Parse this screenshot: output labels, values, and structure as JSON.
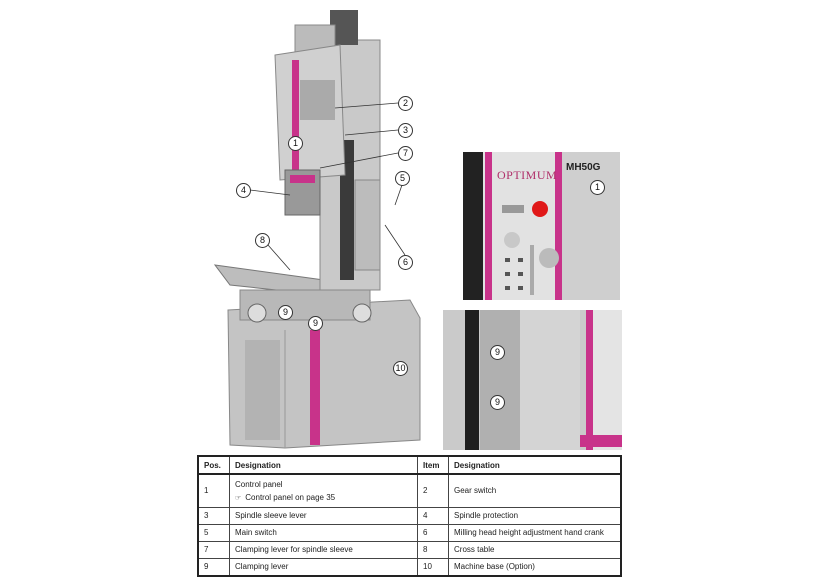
{
  "figure": {
    "callouts_main": [
      "2",
      "3",
      "1",
      "7",
      "4",
      "5",
      "6",
      "8",
      "9",
      "9",
      "10"
    ],
    "inset_top": {
      "brand": "OPTIMUM",
      "model": "MH50G",
      "callout": "1"
    },
    "inset_bottom": {
      "callouts": [
        "9",
        "9"
      ]
    }
  },
  "table": {
    "headers": [
      "Pos.",
      "Designation",
      "Item",
      "Designation"
    ],
    "rows": [
      {
        "pos": "1",
        "designation": "Control panel",
        "note_icon": "reference-icon",
        "note": "Control panel on page 35",
        "item": "2",
        "designation2": "Gear switch"
      },
      {
        "pos": "3",
        "designation": "Spindle sleeve lever",
        "item": "4",
        "designation2": "Spindle protection"
      },
      {
        "pos": "5",
        "designation": "Main switch",
        "item": "6",
        "designation2": "Milling head height adjustment hand crank"
      },
      {
        "pos": "7",
        "designation": "Clamping lever for spindle sleeve",
        "item": "8",
        "designation2": "Cross table"
      },
      {
        "pos": "9",
        "designation": "Clamping lever",
        "item": "10",
        "designation2": "Machine base (Option)"
      }
    ]
  },
  "colors": {
    "accent": "#c8338a",
    "machine": "#c9c9c9",
    "estop": "#e01818"
  }
}
